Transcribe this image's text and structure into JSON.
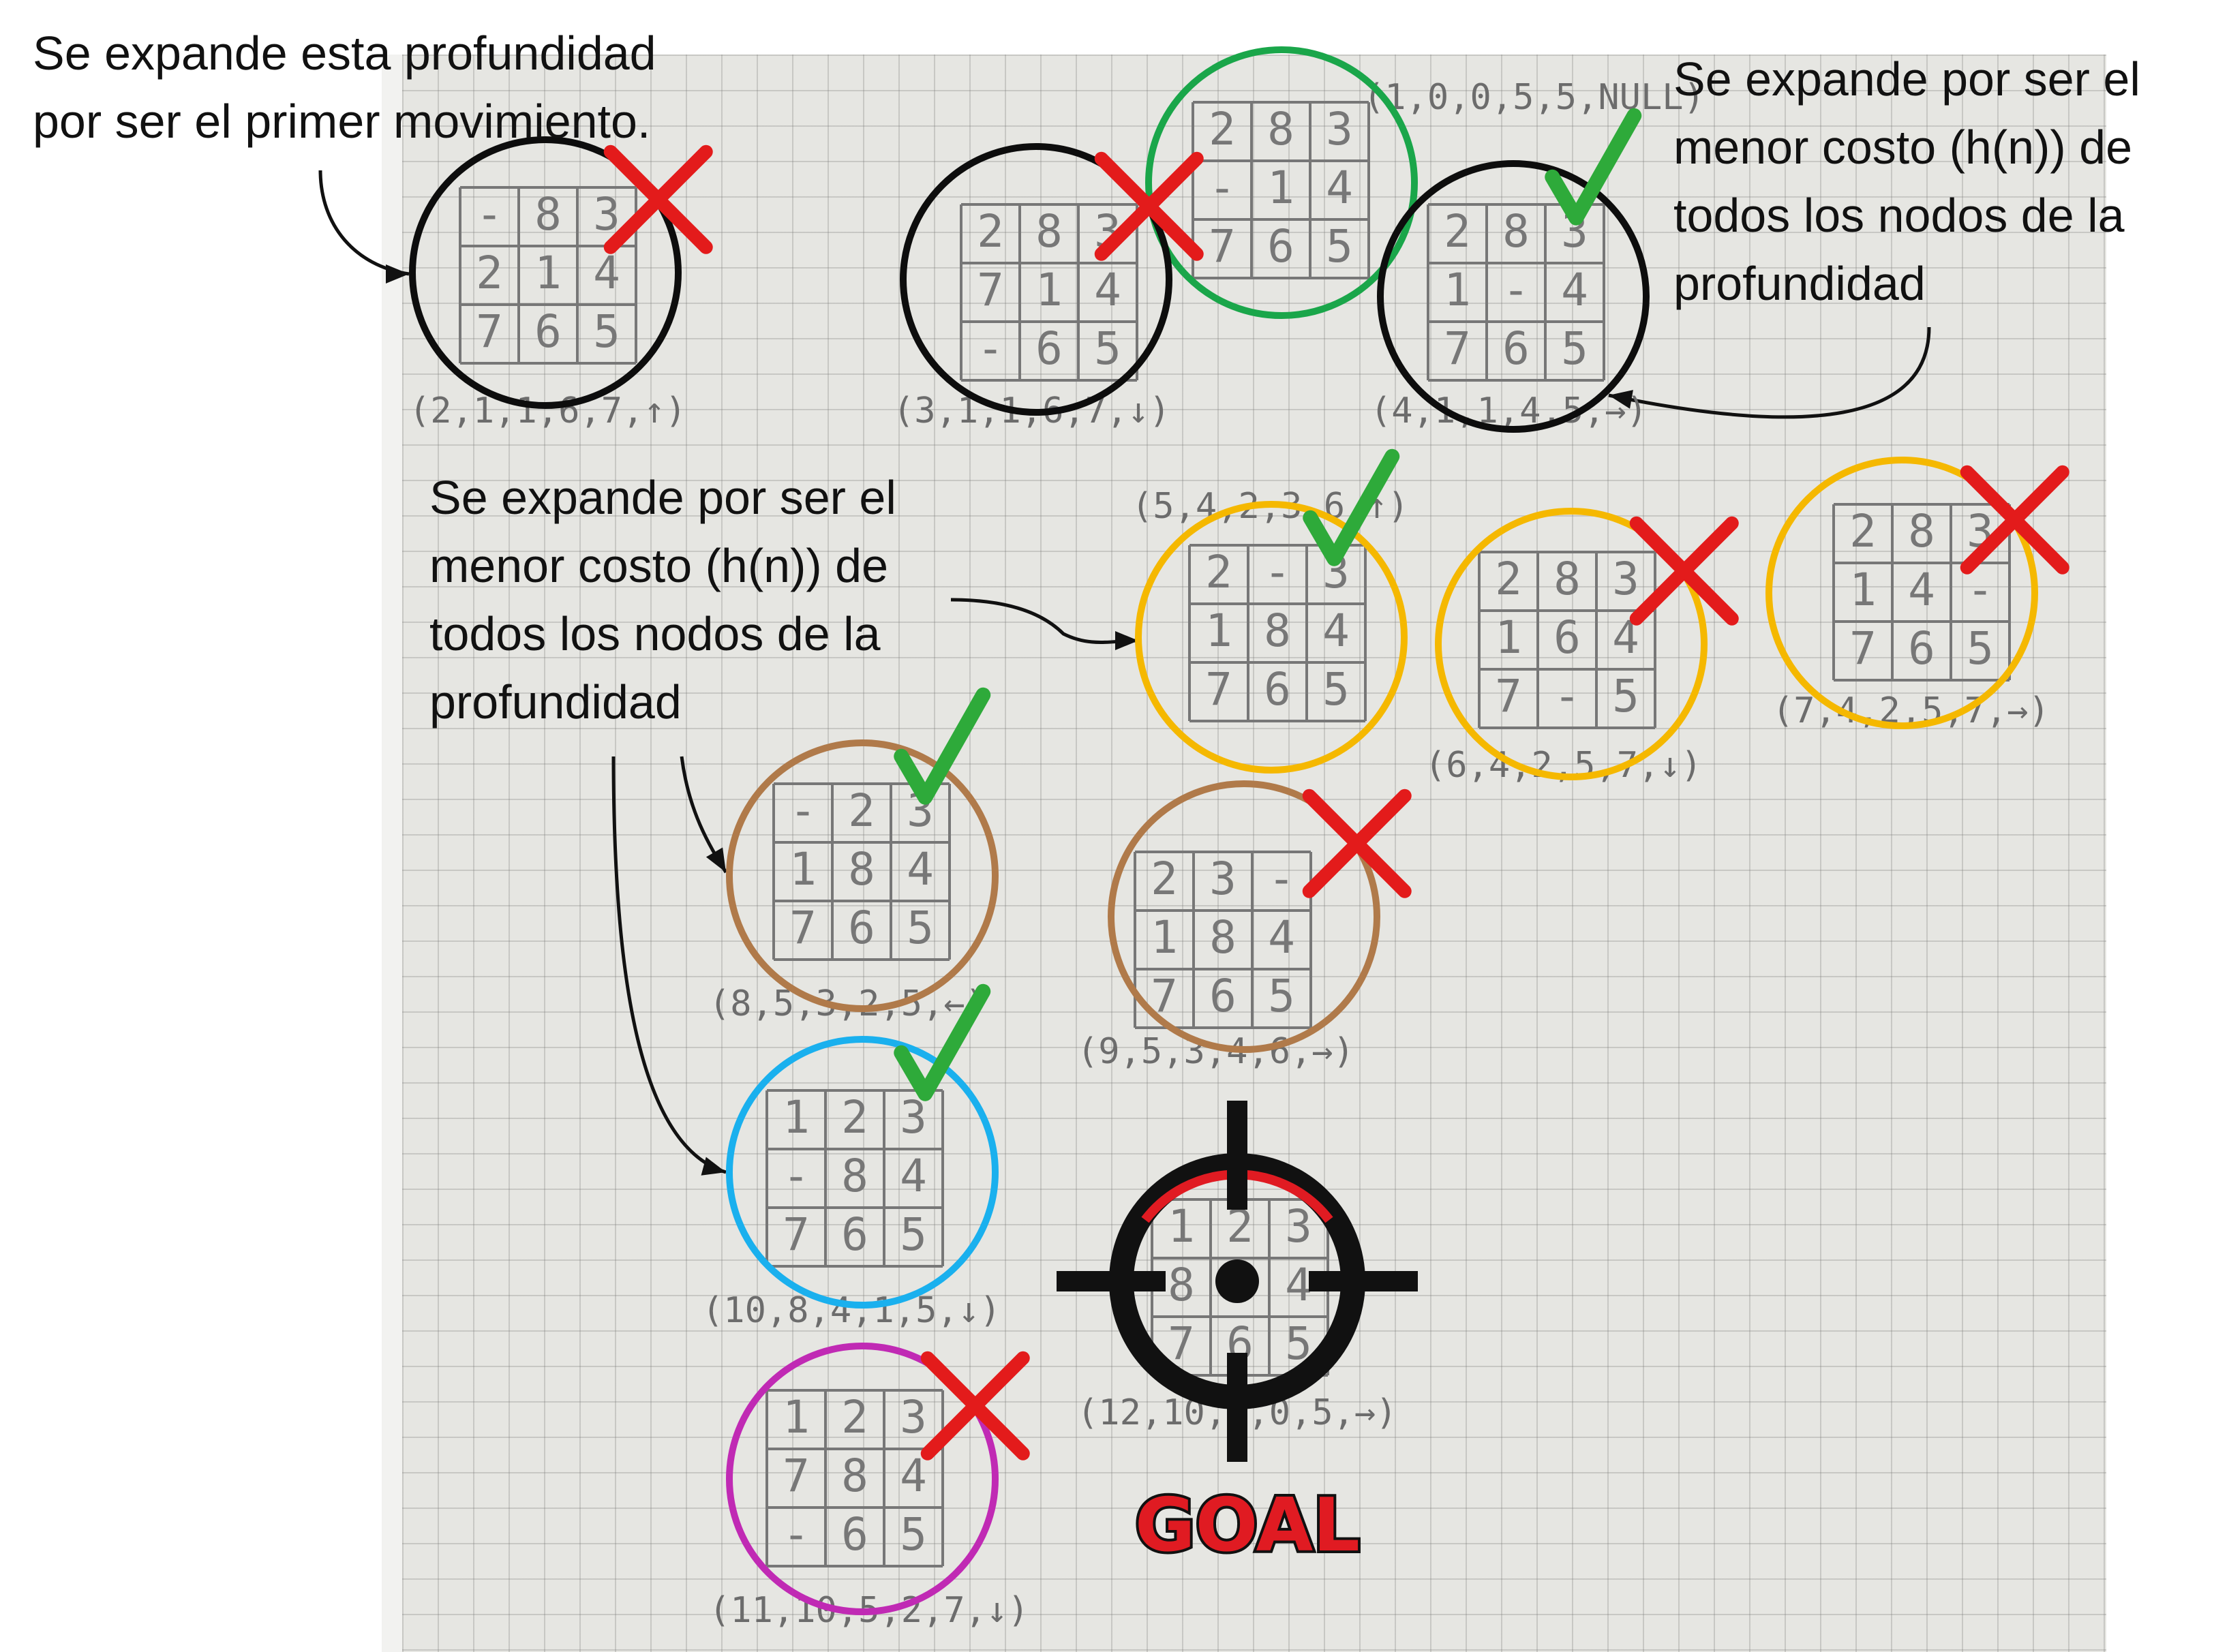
{
  "notes": {
    "first": "Se expande esta profundidad\npor ser el primer movimiento.",
    "cost_top": "Se expande por ser el\nmenor costo (h(n)) de\ntodos los nodos de la\nprofundidad",
    "cost_left": "Se expande por ser el\nmenor costo (h(n)) de\ntodos los nodos de la\nprofundidad"
  },
  "goal_label": "GOAL",
  "colors": {
    "depth0": "#1aa64a",
    "depth1": "#0d0d0d",
    "depth2": "#f5b800",
    "depth3": "#b07a4a",
    "depth4": "#1ab0ee",
    "depth5": "#c02ab4",
    "check": "#2eaa3a",
    "cross": "#e31b1b",
    "goal": "#e01b22"
  },
  "nodes": [
    {
      "id": "root",
      "board": [
        [
          "2",
          "8",
          "3"
        ],
        [
          "-",
          "1",
          "4"
        ],
        [
          "7",
          "6",
          "5"
        ]
      ],
      "annotation": "(1,0,0,5,5,NULL)",
      "color": "depth0",
      "mark": "none"
    },
    {
      "id": "n2",
      "board": [
        [
          "-",
          "8",
          "3"
        ],
        [
          "2",
          "1",
          "4"
        ],
        [
          "7",
          "6",
          "5"
        ]
      ],
      "annotation": "(2,1,1,6,7,↑)",
      "color": "depth1",
      "mark": "cross"
    },
    {
      "id": "n3",
      "board": [
        [
          "2",
          "8",
          "3"
        ],
        [
          "7",
          "1",
          "4"
        ],
        [
          "-",
          "6",
          "5"
        ]
      ],
      "annotation": "(3,1,1,6,7,↓)",
      "color": "depth1",
      "mark": "cross"
    },
    {
      "id": "n4",
      "board": [
        [
          "2",
          "8",
          "3"
        ],
        [
          "1",
          "-",
          "4"
        ],
        [
          "7",
          "6",
          "5"
        ]
      ],
      "annotation": "(4,1,1,4,5,→)",
      "color": "depth1",
      "mark": "check"
    },
    {
      "id": "n5",
      "board": [
        [
          "2",
          "-",
          "3"
        ],
        [
          "1",
          "8",
          "4"
        ],
        [
          "7",
          "6",
          "5"
        ]
      ],
      "annotation": "(5,4,2,3,6,↑)",
      "color": "depth2",
      "mark": "check"
    },
    {
      "id": "n6",
      "board": [
        [
          "2",
          "8",
          "3"
        ],
        [
          "1",
          "6",
          "4"
        ],
        [
          "7",
          "-",
          "5"
        ]
      ],
      "annotation": "(6,4,2,5,7,↓)",
      "color": "depth2",
      "mark": "cross"
    },
    {
      "id": "n7",
      "board": [
        [
          "2",
          "8",
          "3"
        ],
        [
          "1",
          "4",
          "-"
        ],
        [
          "7",
          "6",
          "5"
        ]
      ],
      "annotation": "(7,4,2,5,7,→)",
      "color": "depth2",
      "mark": "cross"
    },
    {
      "id": "n8",
      "board": [
        [
          "-",
          "2",
          "3"
        ],
        [
          "1",
          "8",
          "4"
        ],
        [
          "7",
          "6",
          "5"
        ]
      ],
      "annotation": "(8,5,3,2,5,←)",
      "color": "depth3",
      "mark": "check"
    },
    {
      "id": "n9",
      "board": [
        [
          "2",
          "3",
          "-"
        ],
        [
          "1",
          "8",
          "4"
        ],
        [
          "7",
          "6",
          "5"
        ]
      ],
      "annotation": "(9,5,3,4,6,→)",
      "color": "depth3",
      "mark": "cross"
    },
    {
      "id": "n10",
      "board": [
        [
          "1",
          "2",
          "3"
        ],
        [
          "-",
          "8",
          "4"
        ],
        [
          "7",
          "6",
          "5"
        ]
      ],
      "annotation": "(10,8,4,1,5,↓)",
      "color": "depth4",
      "mark": "check"
    },
    {
      "id": "n11",
      "board": [
        [
          "1",
          "2",
          "3"
        ],
        [
          "7",
          "8",
          "4"
        ],
        [
          "-",
          "6",
          "5"
        ]
      ],
      "annotation": "(11,10,5,2,7,↓)",
      "color": "depth5",
      "mark": "cross"
    },
    {
      "id": "n12",
      "board": [
        [
          "1",
          "2",
          "3"
        ],
        [
          "8",
          "-",
          "4"
        ],
        [
          "7",
          "6",
          "5"
        ]
      ],
      "annotation": "(12,10,5,0,5,→)",
      "color": "goal",
      "mark": "goal"
    }
  ]
}
